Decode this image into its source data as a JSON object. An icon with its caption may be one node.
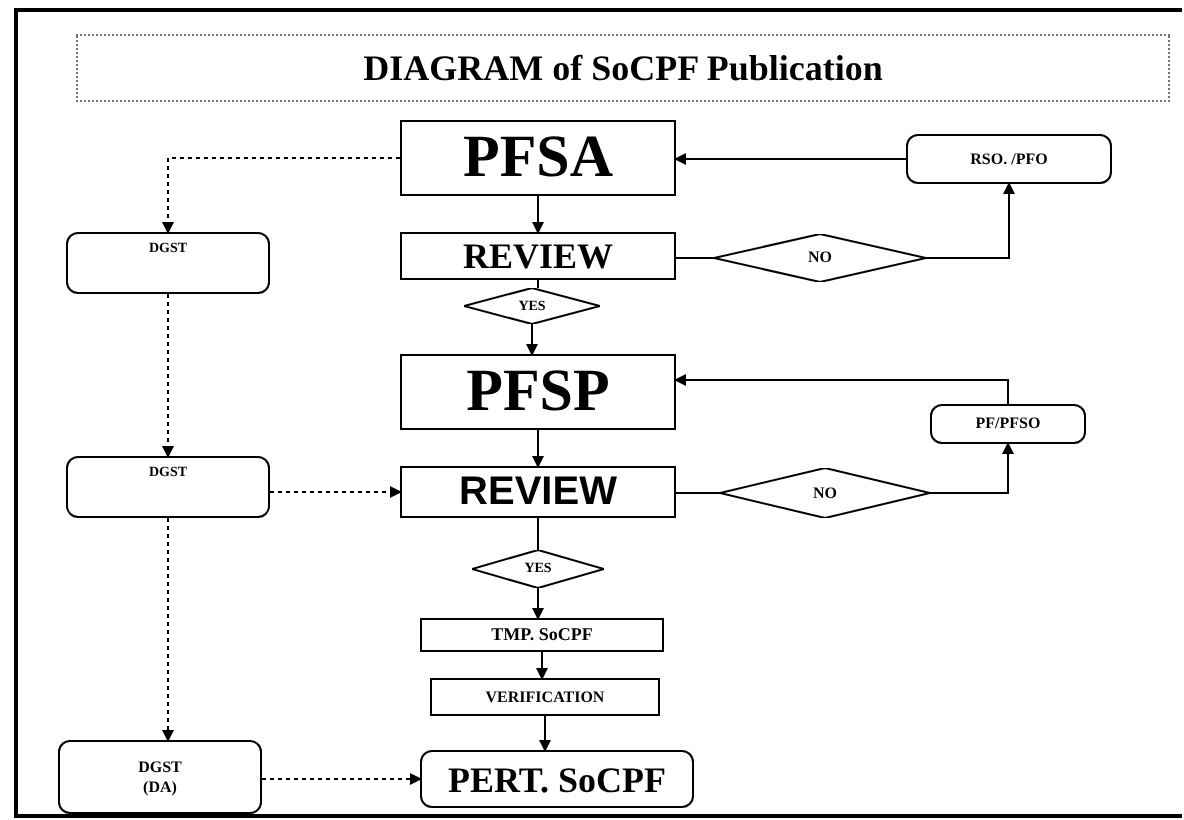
{
  "diagram": {
    "title": "DIAGRAM of SoCPF Publication",
    "nodes": [
      {
        "text": [
          "PFSA"
        ]
      },
      {
        "text": [
          "RSO. /PFO"
        ]
      },
      {
        "text": [
          "DGST"
        ]
      },
      {
        "text": [
          "REVIEW"
        ]
      },
      {
        "text": [
          "NO"
        ]
      },
      {
        "text": [
          "YES"
        ]
      },
      {
        "text": [
          "PFSP"
        ]
      },
      {
        "text": [
          "PF/PFSO"
        ]
      },
      {
        "text": [
          "DGST"
        ]
      },
      {
        "text": [
          "REVIEW"
        ]
      },
      {
        "text": [
          "NO"
        ]
      },
      {
        "text": [
          "YES"
        ]
      },
      {
        "text": [
          "TMP. SoCPF"
        ]
      },
      {
        "text": [
          "VERIFICATION"
        ]
      },
      {
        "text": [
          "DGST (DA)"
        ]
      },
      {
        "text": [
          "PERT. SoCPF"
        ]
      }
    ],
    "edges": [
      {
        "from": 0,
        "to": 2,
        "arrow": "to",
        "style": "dashed"
      },
      {
        "from": 0,
        "to": 3,
        "arrow": "to"
      },
      {
        "from": 3,
        "to": 4,
        "arrow": "none"
      },
      {
        "from": 4,
        "to": 1,
        "arrow": "to"
      },
      {
        "from": 1,
        "to": 0,
        "arrow": "to"
      },
      {
        "from": 3,
        "to": 5,
        "arrow": "none"
      },
      {
        "from": 5,
        "to": 6,
        "arrow": "to"
      },
      {
        "from": 2,
        "to": 8,
        "arrow": "to",
        "style": "dashed"
      },
      {
        "from": 6,
        "to": 9,
        "arrow": "to"
      },
      {
        "from": 8,
        "to": 9,
        "arrow": "to",
        "style": "dashed"
      },
      {
        "from": 9,
        "to": 10,
        "arrow": "none"
      },
      {
        "from": 10,
        "to": 7,
        "arrow": "to"
      },
      {
        "from": 7,
        "to": 6,
        "arrow": "to"
      },
      {
        "from": 9,
        "to": 11,
        "arrow": "none"
      },
      {
        "from": 11,
        "to": 12,
        "arrow": "to"
      },
      {
        "from": 12,
        "to": 13,
        "arrow": "to"
      },
      {
        "from": 13,
        "to": 15,
        "arrow": "to"
      },
      {
        "from": 8,
        "to": 14,
        "arrow": "to",
        "style": "dashed"
      },
      {
        "from": 14,
        "to": 15,
        "arrow": "to",
        "style": "dashed"
      }
    ]
  }
}
